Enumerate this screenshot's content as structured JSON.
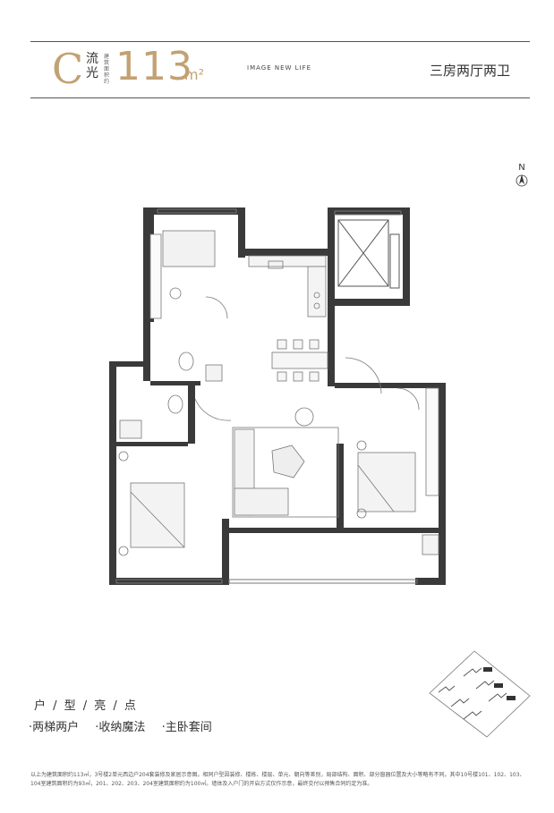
{
  "header": {
    "type_letter": "C",
    "type_name": "流光",
    "area_small_label": "建筑面积约",
    "area_value": "113",
    "area_unit": "m²",
    "tagline": "IMAGE NEW LIFE",
    "layout_label": "三房两厅两卫"
  },
  "compass": {
    "label": "N"
  },
  "highlights": {
    "title": "户 / 型 / 亮 / 点",
    "items": [
      "·两梯两户",
      "·收纳魔法",
      "·主卧套间"
    ]
  },
  "note": "以上为建筑面积约113㎡，3号楼2单元西边户204套装修及家居示意图。相同户型因装修、楼栋、楼层、单元、朝向等差别，局部结构、面积、部分窗器位置及大小等略有不同。其中10号楼101、102、103、104室建筑面积约为93㎡，201、202、203、204室建筑面积约为100㎡。墙体及入户门的开启方式仅作示意，最终交付以预售合同约定为准。",
  "colors": {
    "accent": "#c2a172",
    "wall": "#3a3a3a"
  }
}
